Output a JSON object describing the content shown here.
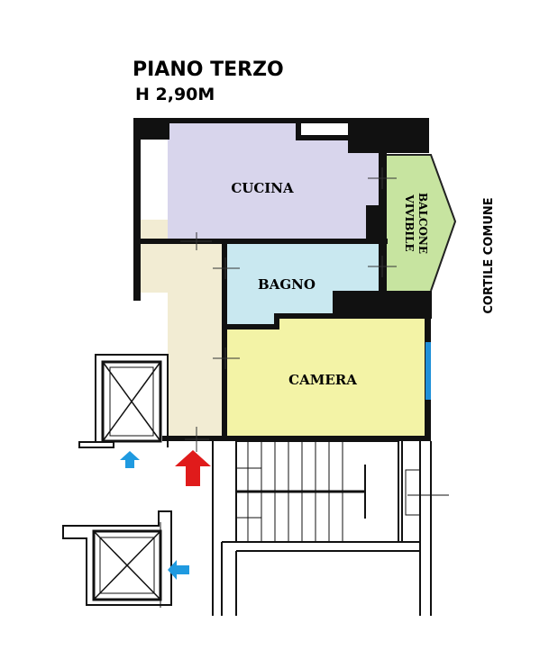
{
  "header": {
    "floor": "PIANO TERZO",
    "height": "H 2,90M"
  },
  "rooms": {
    "kitchen": {
      "label": "CUCINA"
    },
    "bathroom": {
      "label": "BAGNO"
    },
    "bedroom": {
      "label": "CAMERA"
    },
    "balcony": {
      "label_line1": "BALCONE",
      "label_line2": "VIVIBILE"
    }
  },
  "exterior": {
    "courtyard": "CORTILE COMUNE"
  },
  "colors": {
    "kitchen": "#d8d5ec",
    "bathroom": "#c9e8f0",
    "bedroom": "#f3f3a6",
    "balcony": "#c7e4a0",
    "corridor": "#f2ecd3",
    "wall": "#111111",
    "entrance_arrow": "#e01b1b",
    "elevator_arrow": "#1f9ae0",
    "window": "#1f8fd8"
  }
}
